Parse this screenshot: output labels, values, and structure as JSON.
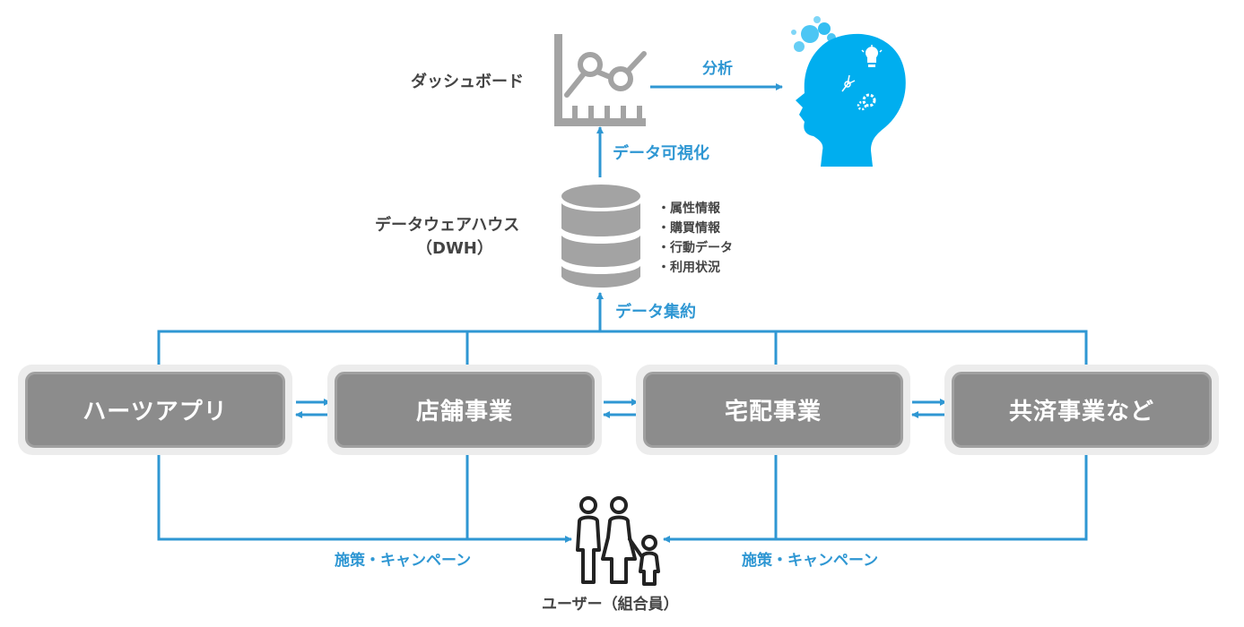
{
  "labels": {
    "dashboard": "ダッシュボード",
    "analysis": "分析",
    "visualization": "データ可視化",
    "dwh_title": "データウェアハウス",
    "dwh_sub": "（DWH）",
    "aggregation": "データ集約",
    "campaign_left": "施策・キャンペーン",
    "campaign_right": "施策・キャンペーン",
    "users": "ユーザー（組合員）"
  },
  "dwh_items": [
    "・属性情報",
    "・購買情報",
    "・行動データ",
    "・利用状況"
  ],
  "businesses": [
    "ハーツアプリ",
    "店舗事業",
    "宅配事業",
    "共済事業など"
  ],
  "colors": {
    "arrow": "#2f97d3",
    "head": "#00aeef",
    "icon_gray": "#a3a3a3",
    "box_inner": "#8c8c8c",
    "box_outer": "#ececec"
  },
  "icons": {
    "dashboard": "line-chart-icon",
    "dwh": "database-icon",
    "analysis": "human-head-idea-icon",
    "users": "family-icon"
  }
}
